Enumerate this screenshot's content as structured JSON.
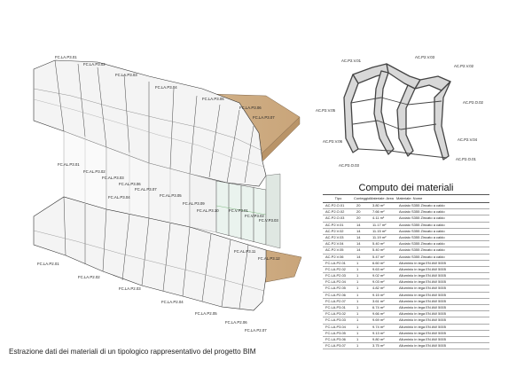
{
  "caption": "Estrazione dati dei materiali di un tipologico rappresentativo del progetto BIM",
  "diagram_labels": [
    {
      "id": "l1",
      "text": "FC.LA.P3.01"
    },
    {
      "id": "l2",
      "text": "FC.LA.P3.02"
    },
    {
      "id": "l3",
      "text": "FC.LA.P3.03"
    },
    {
      "id": "l4",
      "text": "FC.LA.P3.04"
    },
    {
      "id": "l5",
      "text": "FC.LA.P3.05"
    },
    {
      "id": "l6",
      "text": "FC.LA.P3.06"
    },
    {
      "id": "l7",
      "text": "FC.LA.P3.07"
    },
    {
      "id": "l8",
      "text": "FC.AL.P3.01"
    },
    {
      "id": "l9",
      "text": "FC.AL.P3.02"
    },
    {
      "id": "l10",
      "text": "FC.AL.P3.03"
    },
    {
      "id": "l11",
      "text": "FC.AL.P3.06"
    },
    {
      "id": "l12",
      "text": "FC.AL.P3.07"
    },
    {
      "id": "l13",
      "text": "FC.AL.P3.04"
    },
    {
      "id": "l14",
      "text": "FC.AL.P3.05"
    },
    {
      "id": "l15",
      "text": "FC.AL.P3.09"
    },
    {
      "id": "l16",
      "text": "FC.AL.P3.10"
    },
    {
      "id": "l17",
      "text": "FC.V.P3.01"
    },
    {
      "id": "l18",
      "text": "FC.V.P3.02"
    },
    {
      "id": "l19",
      "text": "FC.V.P3.03"
    },
    {
      "id": "l20",
      "text": "FC.AL.P3.11"
    },
    {
      "id": "l21",
      "text": "FC.AL.P3.12"
    },
    {
      "id": "l22",
      "text": "FC.LA.P2.01"
    },
    {
      "id": "l23",
      "text": "FC.LA.P2.02"
    },
    {
      "id": "l24",
      "text": "FC.LA.P2.03"
    },
    {
      "id": "l25",
      "text": "FC.LA.P2.04"
    },
    {
      "id": "l26",
      "text": "FC.LA.P2.05"
    },
    {
      "id": "l27",
      "text": "FC.LA.P2.06"
    },
    {
      "id": "l28",
      "text": "FC.LA.P2.07"
    },
    {
      "id": "s1",
      "text": "AC.P2.V.01"
    },
    {
      "id": "s2",
      "text": "AC.P2.V.03"
    },
    {
      "id": "s3",
      "text": "AC.P2.V.02"
    },
    {
      "id": "s4",
      "text": "AC.P2.O.02"
    },
    {
      "id": "s5",
      "text": "AC.P2.V.05"
    },
    {
      "id": "s6",
      "text": "AC.P2.V.04"
    },
    {
      "id": "s7",
      "text": "AC.P2.O.01"
    },
    {
      "id": "s8",
      "text": "AC.P2.V.06"
    },
    {
      "id": "s9",
      "text": "AC.P2.O.03"
    }
  ],
  "table": {
    "title": "Computo dei materiali",
    "headers": [
      "Tipo",
      "Conteggio",
      "Materiale: Area",
      "Materiale: Nome"
    ],
    "rows": [
      [
        "AC.P2.O.01",
        "20",
        "3.80 m²",
        "Acciaio S355 Zincato a caldo"
      ],
      [
        "AC.P2.O.02",
        "20",
        "7.66 m²",
        "Acciaio S355 Zincato a caldo"
      ],
      [
        "AC.P2.O.03",
        "20",
        "4.11 m²",
        "Acciaio S355 Zincato a caldo"
      ],
      [
        "AC.P2.V.01",
        "14",
        "11.17 m²",
        "Acciaio S355 Zincato a caldo"
      ],
      [
        "AC.P2.V.02",
        "14",
        "11.15 m²",
        "Acciaio S355 Zincato a caldo"
      ],
      [
        "AC.P2.V.03",
        "14",
        "11.19 m²",
        "Acciaio S355 Zincato a caldo"
      ],
      [
        "AC.P2.V.04",
        "14",
        "5.40 m²",
        "Acciaio S355 Zincato a caldo"
      ],
      [
        "AC.P2.V.05",
        "14",
        "5.40 m²",
        "Acciaio S355 Zincato a caldo"
      ],
      [
        "AC.P2.V.06",
        "14",
        "5.47 m²",
        "Acciaio S355 Zincato a caldo"
      ],
      [
        "FC.LA.P2.01",
        "1",
        "6.60 m²",
        "Alluminio in lega EN AW 5005"
      ],
      [
        "FC.LA.P2.02",
        "1",
        "9.63 m²",
        "Alluminio in lega EN AW 5005"
      ],
      [
        "FC.LA.P2.03",
        "1",
        "9.02 m²",
        "Alluminio in lega EN AW 5005"
      ],
      [
        "FC.LA.P2.04",
        "1",
        "9.03 m²",
        "Alluminio in lega EN AW 5005"
      ],
      [
        "FC.LA.P2.05",
        "1",
        "4.82 m²",
        "Alluminio in lega EN AW 5005"
      ],
      [
        "FC.LA.P2.06",
        "1",
        "9.15 m²",
        "Alluminio in lega EN AW 5005"
      ],
      [
        "FC.LA.P2.07",
        "1",
        "3.61 m²",
        "Alluminio in lega EN AW 5005"
      ],
      [
        "FC.LA.P3.01",
        "1",
        "6.74 m²",
        "Alluminio in lega EN AW 5005"
      ],
      [
        "FC.LA.P3.02",
        "1",
        "9.66 m²",
        "Alluminio in lega EN AW 5005"
      ],
      [
        "FC.LA.P3.03",
        "1",
        "9.69 m²",
        "Alluminio in lega EN AW 5005"
      ],
      [
        "FC.LA.P3.04",
        "1",
        "9.74 m²",
        "Alluminio in lega EN AW 5005"
      ],
      [
        "FC.LA.P3.05",
        "1",
        "9.13 m²",
        "Alluminio in lega EN AW 5005"
      ],
      [
        "FC.LA.P3.06",
        "1",
        "9.80 m²",
        "Alluminio in lega EN AW 5005"
      ],
      [
        "FC.LA.P3.07",
        "1",
        "3.75 m²",
        "Alluminio in lega EN AW 5005"
      ]
    ]
  }
}
